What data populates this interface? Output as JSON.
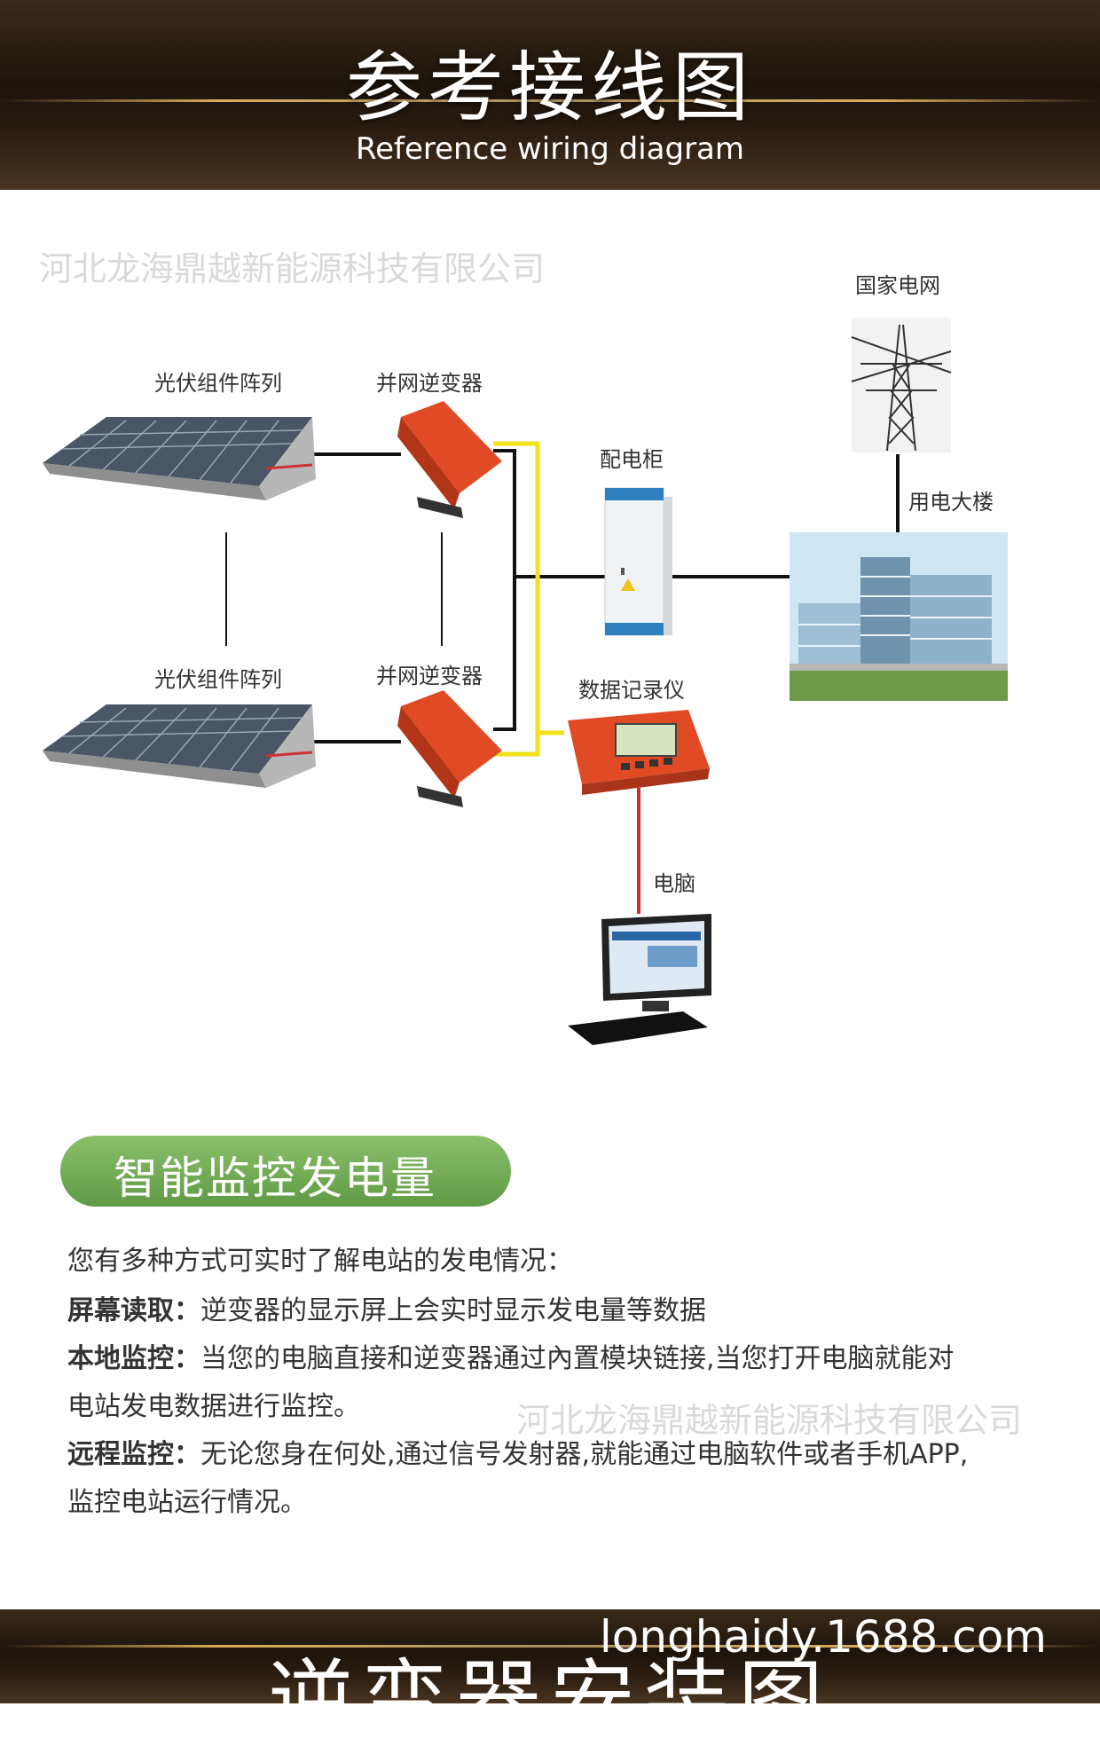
{
  "header": {
    "title_cn": "参考接线图",
    "title_en": "Reference wiring diagram"
  },
  "watermark_company": "河北龙海鼎越新能源科技有限公司",
  "diagram": {
    "labels": {
      "pv_array_top": "光伏组件阵列",
      "inverter_top": "并网逆变器",
      "pv_array_bottom": "光伏组件阵列",
      "inverter_bottom": "并网逆变器",
      "cabinet": "配电柜",
      "grid": "国家电网",
      "building": "用电大楼",
      "datalogger": "数据记录仪",
      "computer": "电脑"
    },
    "colors": {
      "wire": "#111111",
      "data_wire": "#f2e21a",
      "pc_wire": "#d42a2a",
      "inverter": "#e04a24"
    }
  },
  "section": {
    "title": "智能监控发电量",
    "intro": "您有多种方式可实时了解电站的发电情况：",
    "items": [
      {
        "head": "屏幕读取：",
        "text": "逆变器的显示屏上会实时显示发电量等数据"
      },
      {
        "head": "本地监控：",
        "text": "当您的电脑直接和逆变器通过內置模块链接,当您打开电脑就能对",
        "cont": "电站发电数据进行监控。"
      },
      {
        "head": "远程监控：",
        "text": "无论您身在何处,通过信号发射器,就能通过电脑软件或者手机APP,",
        "cont": "监控电站运行情况。"
      }
    ]
  },
  "footer": {
    "url": "longhaidy.1688.com",
    "title": "逆变器安装图"
  }
}
